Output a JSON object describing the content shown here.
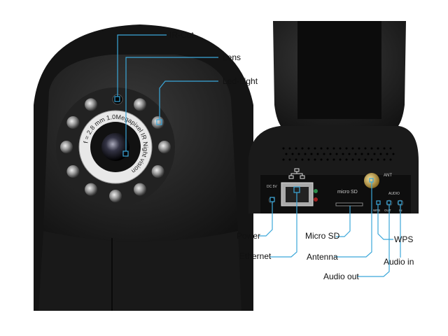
{
  "colors": {
    "leader_line": "#3ba7d9",
    "camera_body": "#1c1c1c",
    "background": "#ffffff"
  },
  "left_view": {
    "labels": {
      "ir_cut": "IR-Cut",
      "lens": "Lens",
      "led_light": "Led-Light"
    },
    "lens_ring_text": {
      "focal": "f = 2.8 mm",
      "megapixel": "1.0Megapixel",
      "night": "IR Night vision"
    }
  },
  "right_view": {
    "device_text": {
      "dc": "DC 5V",
      "micro_sd": "micro SD",
      "ant": "ANT",
      "audio": "AUDIO",
      "wps": "WPS",
      "out": "OUT",
      "in": "IN"
    },
    "labels": {
      "power": "Power",
      "ethernet": "Ethernet",
      "micro_sd": "Micro SD",
      "antenna": "Antenna",
      "wps": "WPS",
      "audio_in": "Audio in",
      "audio_out": "Audio out"
    }
  }
}
